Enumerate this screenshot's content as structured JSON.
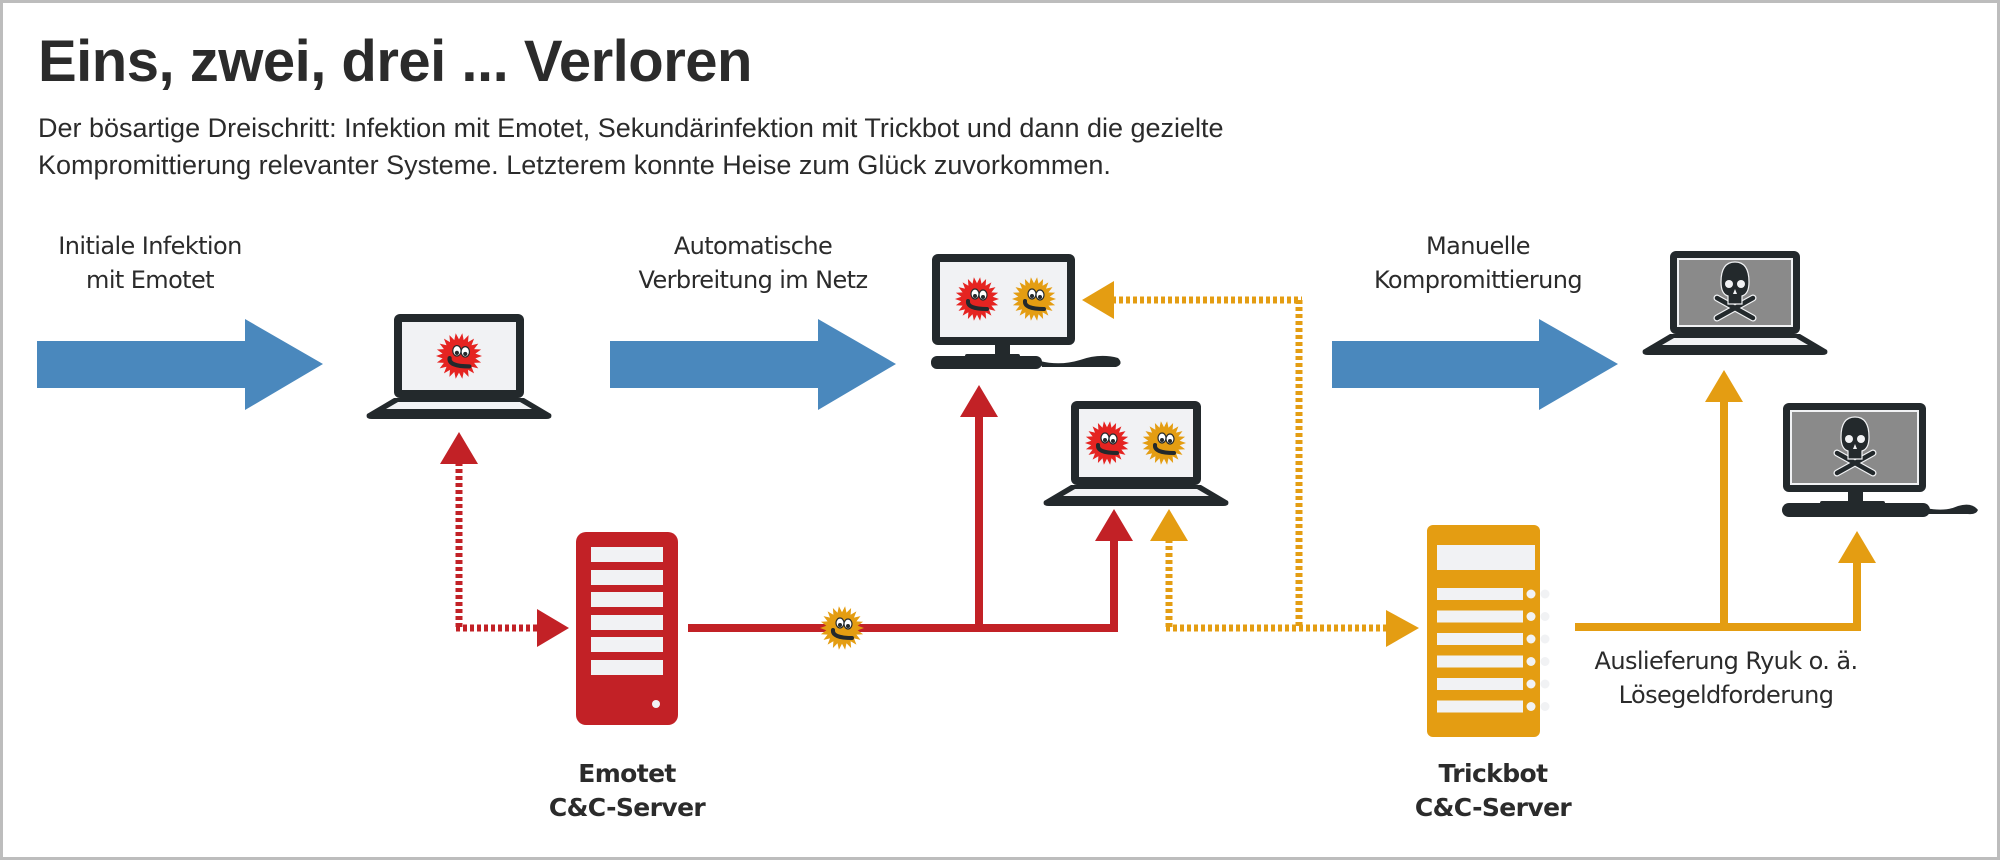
{
  "header": {
    "title": "Eins, zwei, drei ... Verloren",
    "subtitle_line1": "Der bösartige Dreischritt: Infektion mit Emotet, Sekundärinfektion mit Trickbot und dann die gezielte",
    "subtitle_line2": "Kompromittierung relevanter Systeme. Letzterem konnte Heise zum Glück zuvorkommen."
  },
  "stages": [
    {
      "line1": "Initiale Infektion",
      "line2": "mit Emotet"
    },
    {
      "line1": "Automatische",
      "line2": "Verbreitung im Netz"
    },
    {
      "line1": "Manuelle",
      "line2": "Kompromittierung"
    }
  ],
  "servers": {
    "emotet": {
      "line1": "Emotet",
      "line2": "C&C-Server"
    },
    "trickbot": {
      "line1": "Trickbot",
      "line2": "C&C-Server"
    }
  },
  "delivery_label": {
    "line1": "Auslieferung Ryuk o. ä.",
    "line2": "Lösegeldforderung"
  },
  "icons": {
    "infected_laptop_emotet": "laptop-emotet-icon",
    "infected_desktop": "desktop-emotet-trickbot-icon",
    "infected_laptop": "laptop-emotet-trickbot-icon",
    "compromised_laptop": "laptop-skull-icon",
    "compromised_desktop": "desktop-skull-icon",
    "emotet_server": "server-icon",
    "trickbot_server": "server-icon",
    "emotet_bug": "emotet-virus-icon",
    "trickbot_bug": "trickbot-virus-icon"
  },
  "colors": {
    "flow_arrow": "#4a88bd",
    "emotet": "#c22126",
    "emotet_bug": "#e52421",
    "trickbot": "#e49d12",
    "device": "#23292c",
    "screen": "#f1f2f4",
    "compromised_screen": "#8a8a8a",
    "text": "#2b2b2b",
    "border": "#bdbdbd"
  }
}
